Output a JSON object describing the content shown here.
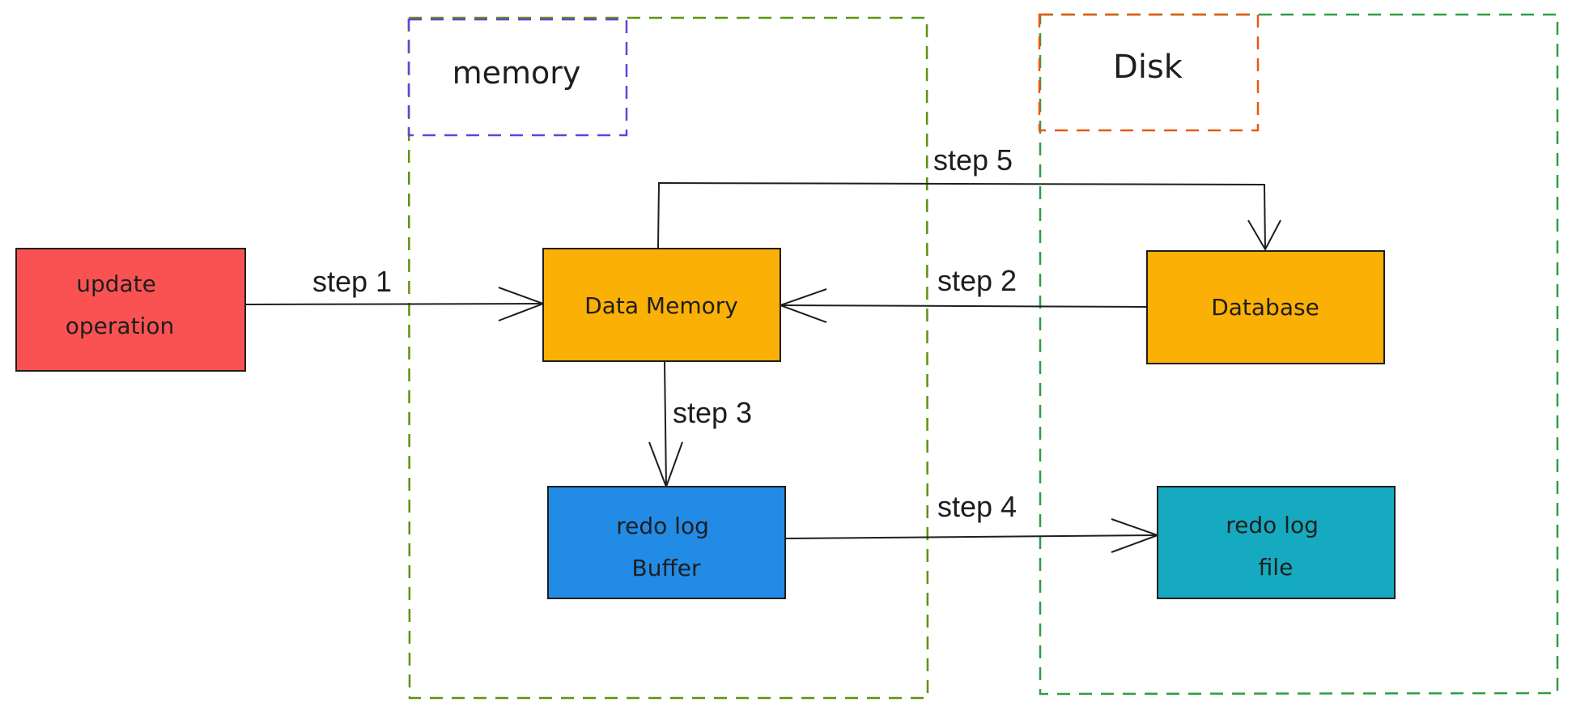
{
  "regions": {
    "memory": {
      "title": "memory"
    },
    "disk": {
      "title": "Disk"
    }
  },
  "nodes": {
    "update_operation": {
      "lines": [
        "update",
        "operation"
      ]
    },
    "data_memory": {
      "lines": [
        "Data Memory"
      ]
    },
    "database": {
      "lines": [
        "Database"
      ]
    },
    "redo_log_buffer": {
      "lines": [
        "redo log",
        "Buffer"
      ]
    },
    "redo_log_file": {
      "lines": [
        "redo log",
        "file"
      ]
    }
  },
  "steps": {
    "step1": "step 1",
    "step2": "step 2",
    "step3": "step 3",
    "step4": "step 4",
    "step5": "step 5"
  },
  "colors": {
    "update_operation": "#fa5252",
    "data_memory": "#fab005",
    "database": "#fab005",
    "redo_log_buffer": "#228be6",
    "redo_log_file": "#15aabf",
    "memory_region_border": "#5c940d",
    "memory_title_border": "#6741d9",
    "disk_region_border": "#2f9e44",
    "disk_title_border": "#e8590c"
  }
}
